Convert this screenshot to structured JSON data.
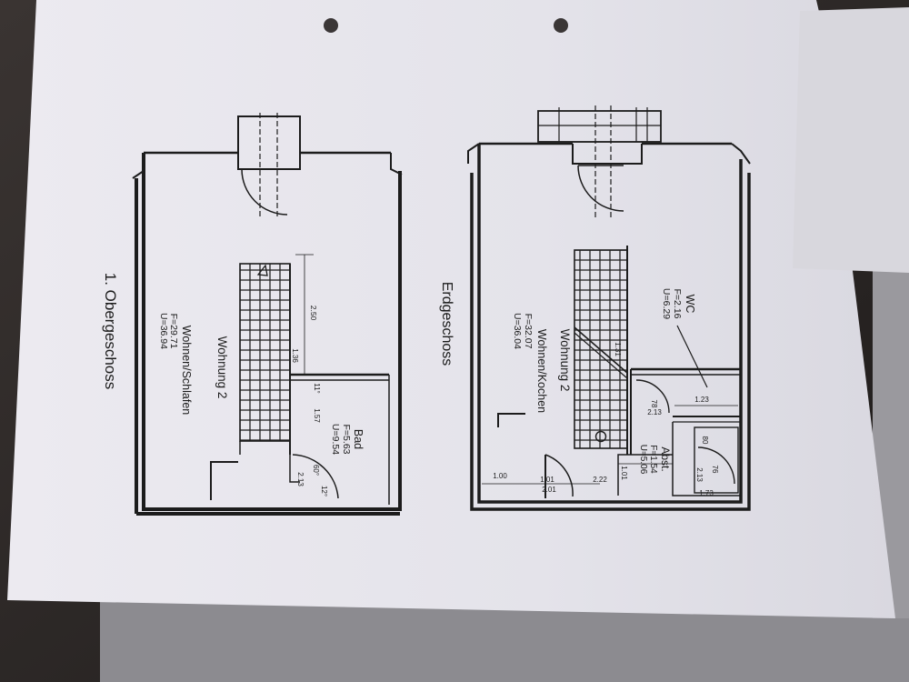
{
  "photo": {
    "paper_color": "#e9e8ed",
    "ink_color": "#1c1c1c",
    "backdrop_color": "#2a2624"
  },
  "plans": [
    {
      "floor_title": "1. Obergeschoss",
      "unit_name": "Wohnung 2",
      "rooms": [
        {
          "name": "Wohnen/Schlafen",
          "area": "F=29.71",
          "perimeter": "U=36.94"
        },
        {
          "name": "Bad",
          "area": "F=5.63",
          "perimeter": "U=9.54"
        }
      ],
      "dimensions": [
        "2.50",
        "1.36",
        "11°",
        "1.57",
        "2.13",
        "60°",
        "12°"
      ]
    },
    {
      "floor_title": "Erdgeschoss",
      "unit_name": "Wohnung 2",
      "rooms": [
        {
          "name": "Wohnen/Kochen",
          "area": "F=32.07",
          "perimeter": "U=36.04"
        },
        {
          "name": "WC",
          "area": "F=2.16",
          "perimeter": "U=6.29"
        },
        {
          "name": "Abst.",
          "area": "F=1.54",
          "perimeter": "U=5.06"
        }
      ],
      "dimensions": [
        "1.31",
        "1.23",
        "78",
        "2.13",
        "80",
        "2.13",
        "76",
        "1.00",
        "1.01",
        "2.01",
        "2.22",
        "1.01",
        "1.73"
      ]
    }
  ]
}
